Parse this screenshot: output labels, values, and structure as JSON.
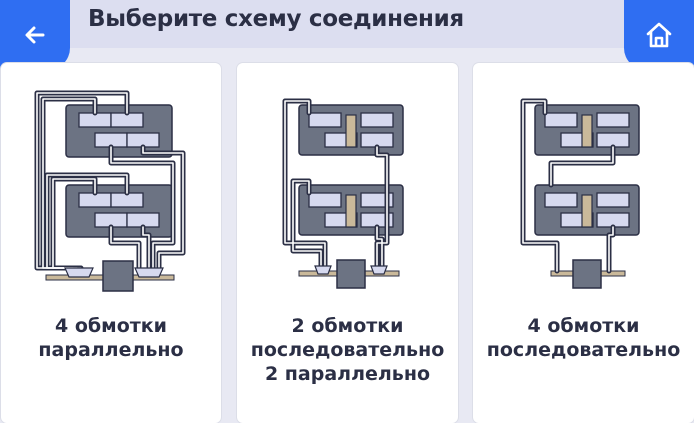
{
  "header": {
    "title": "Выберите схему соединения"
  },
  "icons": {
    "back": "arrow-left-icon",
    "home": "home-icon"
  },
  "colors": {
    "accent": "#2f6ef2",
    "panel": "#6c7383",
    "slot": "#d6d9ef",
    "wire": "#2b2f45",
    "bar": "#cab99a"
  },
  "cards": [
    {
      "lines": [
        "4 обмотки",
        "параллельно"
      ]
    },
    {
      "lines": [
        "2 обмотки",
        "последовательно",
        "2 параллельно"
      ]
    },
    {
      "lines": [
        "4 обмотки",
        "последовательно"
      ]
    }
  ]
}
